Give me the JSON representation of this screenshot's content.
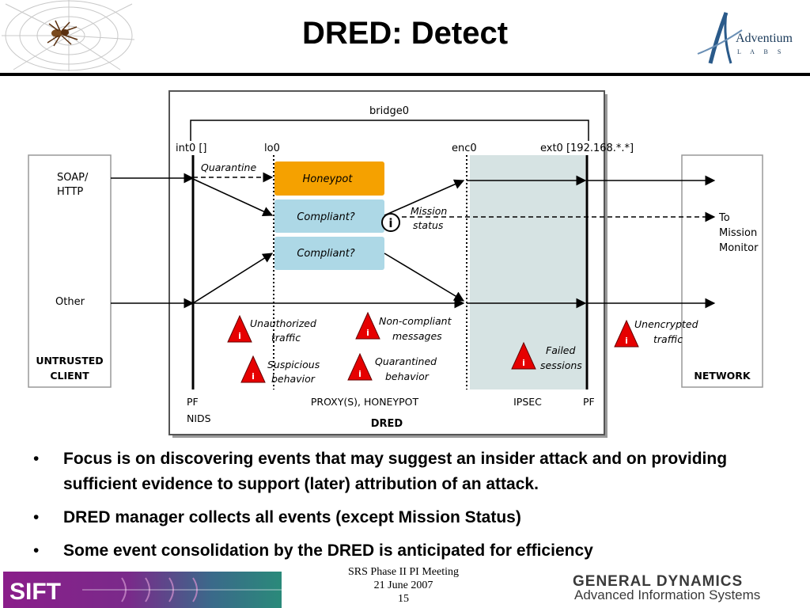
{
  "header": {
    "title": "DRED: Detect",
    "adventium_logo": {
      "name": "Adventium",
      "sub": "L A B S"
    }
  },
  "diagram": {
    "bridge_label": "bridge0",
    "interfaces": {
      "int0": "int0 []",
      "lo0": "lo0",
      "enc0": "enc0",
      "ext0": "ext0 [192.168.*.*]"
    },
    "left_box": {
      "label": "UNTRUSTED\nCLIENT",
      "line1": "UNTRUSTED",
      "line2": "CLIENT",
      "input1_a": "SOAP/",
      "input1_b": "HTTP",
      "input2": "Other"
    },
    "right_box": {
      "label": "NETWORK",
      "out_a": "To",
      "out_b": "Mission",
      "out_c": "Monitor"
    },
    "boxes": {
      "honeypot": "Honeypot",
      "compliant1": "Compliant?",
      "compliant2": "Compliant?"
    },
    "labels": {
      "quarantine": "Quarantine",
      "mission_a": "Mission",
      "mission_b": "status",
      "info_glyph": "i"
    },
    "alerts": [
      {
        "a": "Unauthorized",
        "b": "traffic"
      },
      {
        "a": "Suspicious",
        "b": "behavior"
      },
      {
        "a": "Non-compliant",
        "b": "messages"
      },
      {
        "a": "Quarantined",
        "b": "behavior"
      },
      {
        "a": "Failed",
        "b": "sessions"
      },
      {
        "a": "Unencrypted",
        "b": "traffic"
      }
    ],
    "bottom": {
      "pf_left": "PF",
      "nids": "NIDS",
      "proxy": "PROXY(S), HONEYPOT",
      "ipsec": "IPSEC",
      "pf_right": "PF",
      "dred": "DRED"
    },
    "colors": {
      "honeypot": "#f5a100",
      "compliant": "#add8e6",
      "ipsec": "#d6e3e3",
      "alert": "#e60000"
    }
  },
  "bullets": [
    "Focus is on discovering events that may suggest an insider attack and on providing sufficient evidence to support (later) attribution of an attack.",
    "DRED manager collects all events (except Mission Status)",
    "Some event consolidation by the DRED is anticipated for efficiency"
  ],
  "bullet_glyph": "•",
  "footer": {
    "banner_text": "SIFT",
    "meeting": "SRS Phase II PI Meeting",
    "date": "21 June 2007",
    "page": "15",
    "gd_line1": "GENERAL DYNAMICS",
    "gd_line2": "Advanced Information Systems"
  }
}
